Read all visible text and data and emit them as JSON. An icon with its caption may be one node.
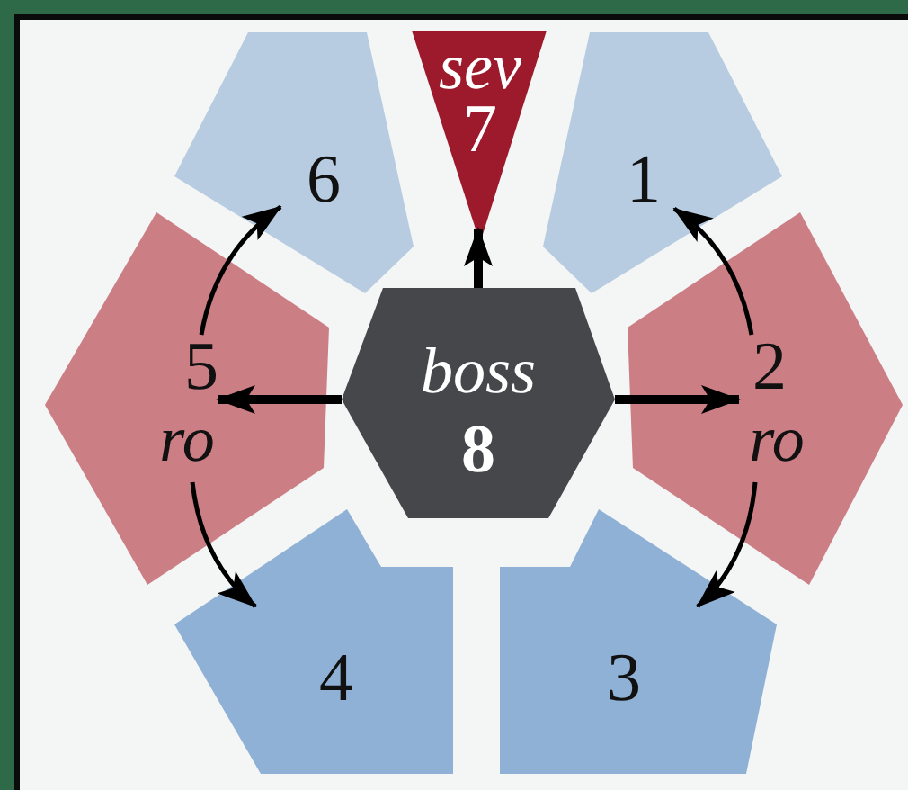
{
  "diagram": {
    "nodes": [
      {
        "text": [
          "6"
        ]
      },
      {
        "text": [
          "sev",
          "7"
        ]
      },
      {
        "text": [
          "1"
        ]
      },
      {
        "text": [
          "5",
          "ro"
        ]
      },
      {
        "text": [
          "boss",
          "8"
        ]
      },
      {
        "text": [
          "2",
          "ro"
        ]
      },
      {
        "text": [
          "4"
        ]
      },
      {
        "text": [
          "3"
        ]
      }
    ],
    "edges": [
      {
        "from": 4,
        "to": 1,
        "arrow": "to",
        "style": "thick"
      },
      {
        "from": 4,
        "to": 3,
        "arrow": "to",
        "style": "thick"
      },
      {
        "from": 4,
        "to": 5,
        "arrow": "to",
        "style": "thick"
      },
      {
        "from": 5,
        "to": 2,
        "arrow": "to"
      },
      {
        "from": 5,
        "to": 7,
        "arrow": "to"
      },
      {
        "from": 3,
        "to": 0,
        "arrow": "to"
      },
      {
        "from": 3,
        "to": 6,
        "arrow": "to"
      }
    ]
  }
}
